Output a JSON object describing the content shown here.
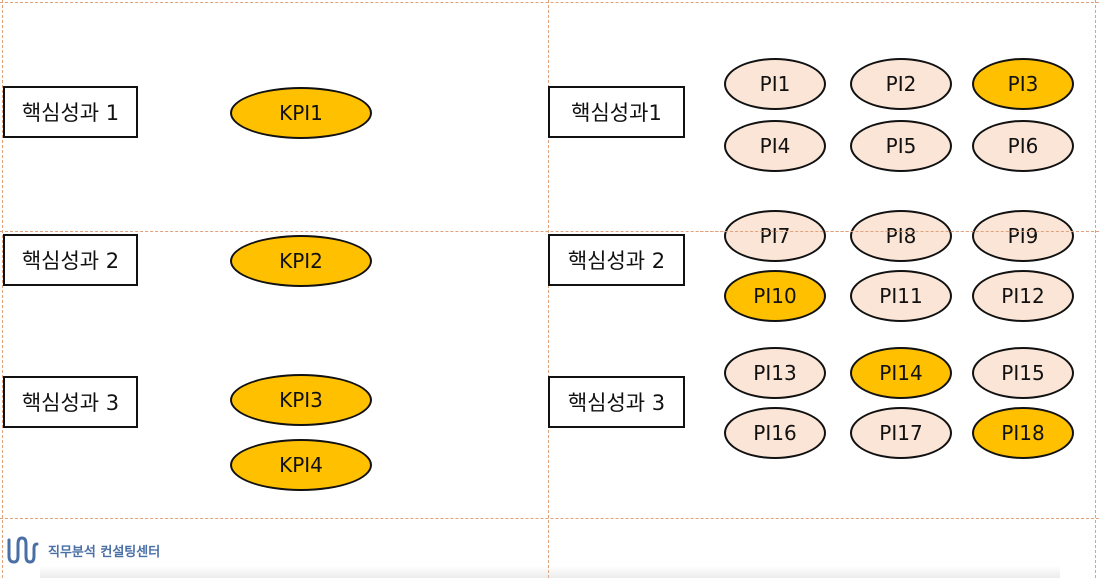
{
  "colors": {
    "highlight": "#FFC000",
    "normal": "#FBE5D6",
    "border": "#111111",
    "guide": "#E0A27A",
    "logo": "#4A6FA5"
  },
  "left": {
    "labels": [
      "핵심성과 1",
      "핵심성과 2",
      "핵심성과 3"
    ],
    "kpis": [
      "KPI1",
      "KPI2",
      "KPI3",
      "KPI4"
    ]
  },
  "right": {
    "labels": [
      "핵심성과1",
      "핵심성과 2",
      "핵심성과 3"
    ],
    "pis": [
      {
        "label": "PI1",
        "highlight": false
      },
      {
        "label": "PI2",
        "highlight": false
      },
      {
        "label": "PI3",
        "highlight": true
      },
      {
        "label": "PI4",
        "highlight": false
      },
      {
        "label": "PI5",
        "highlight": false
      },
      {
        "label": "PI6",
        "highlight": false
      },
      {
        "label": "PI7",
        "highlight": false
      },
      {
        "label": "PI8",
        "highlight": false
      },
      {
        "label": "PI9",
        "highlight": false
      },
      {
        "label": "PI10",
        "highlight": true
      },
      {
        "label": "PI11",
        "highlight": false
      },
      {
        "label": "PI12",
        "highlight": false
      },
      {
        "label": "PI13",
        "highlight": false
      },
      {
        "label": "PI14",
        "highlight": true
      },
      {
        "label": "PI15",
        "highlight": false
      },
      {
        "label": "PI16",
        "highlight": false
      },
      {
        "label": "PI17",
        "highlight": false
      },
      {
        "label": "PI18",
        "highlight": true
      }
    ]
  },
  "logo": {
    "text": "직무분석 컨설팅센터",
    "icon": "wave-logo-icon"
  }
}
